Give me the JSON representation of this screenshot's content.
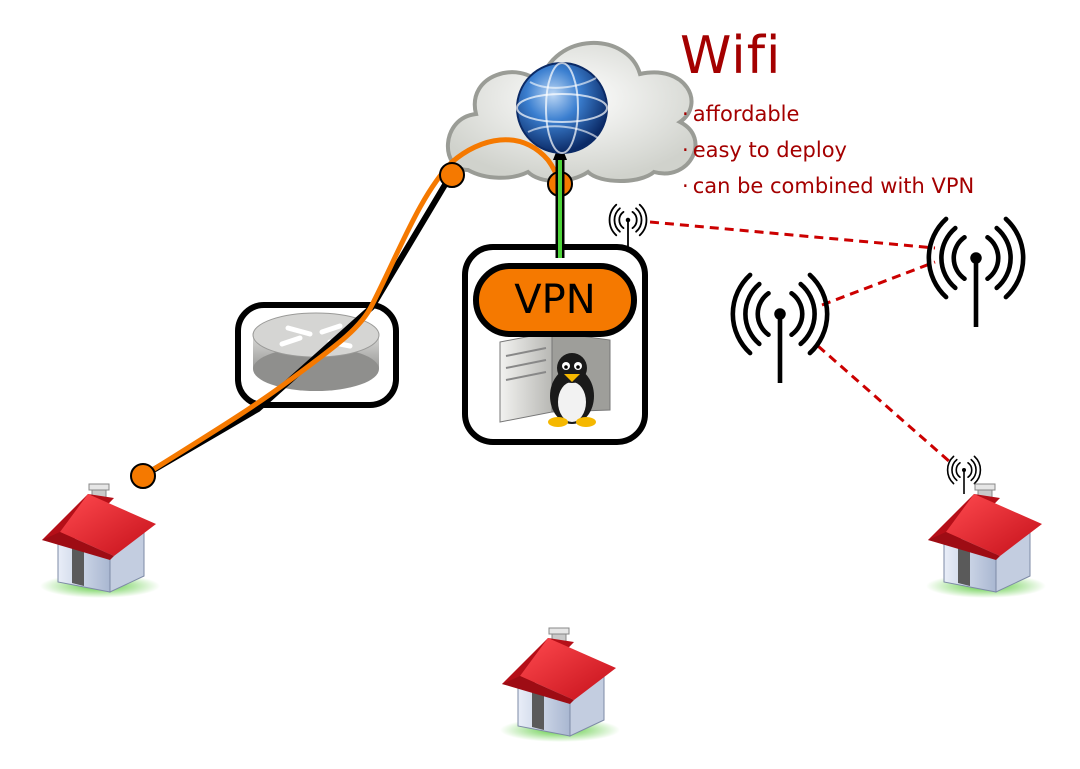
{
  "title": "Wifi",
  "bullets": [
    {
      "marker": "·",
      "text": "affordable"
    },
    {
      "marker": "·",
      "text": "easy to deploy"
    },
    {
      "marker": "·",
      "text": "can be combined with VPN"
    }
  ],
  "vpn_label": "VPN",
  "colors": {
    "title": "#a40000",
    "fiber": "#f57900",
    "cable": "#000000",
    "uplink": "#4ed43a",
    "wireless_link": "#cc0000",
    "roof": "#e8202a",
    "lawn": "#58c93a"
  },
  "icons": [
    "cloud-icon",
    "globe-icon",
    "router-icon",
    "server-icon",
    "tux-icon",
    "antenna-icon",
    "house-icon"
  ]
}
